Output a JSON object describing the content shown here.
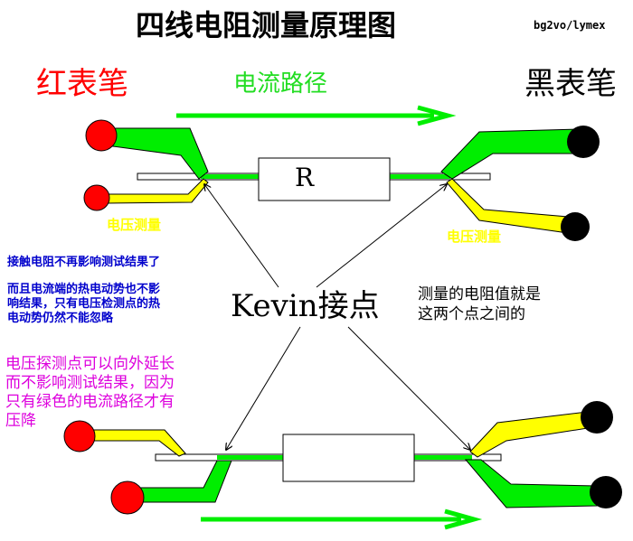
{
  "title": "四线电阻测量原理图",
  "author": "bg2vo/lymex",
  "labels": {
    "red_probe": "红表笔",
    "black_probe": "黑表笔",
    "current_path": "电流路径",
    "resistor": "R",
    "voltage_left": "电压测量",
    "voltage_right": "电压测量",
    "kevin": "Kevin接点",
    "note_measured": [
      "测量的电阻值就是",
      "这两个点之间的"
    ]
  },
  "notes": {
    "contact": "接触电阻不再影响测试结果了",
    "thermal": [
      "而且电流端的热电动势也不影",
      "响结果，只有电压检测点的热",
      "电动势仍然不能忽略"
    ],
    "extend": [
      "电压探测点可以向外延长",
      "而不影响测试结果，因为",
      "只有绿色的电流路径才有",
      "压降"
    ]
  },
  "colors": {
    "red": "#ff0000",
    "black": "#000000",
    "green": "#00ee00",
    "yellow": "#ffff00",
    "blue_note": "#0000cc",
    "magenta_note": "#dd00dd",
    "green_text": "#22dd22"
  }
}
